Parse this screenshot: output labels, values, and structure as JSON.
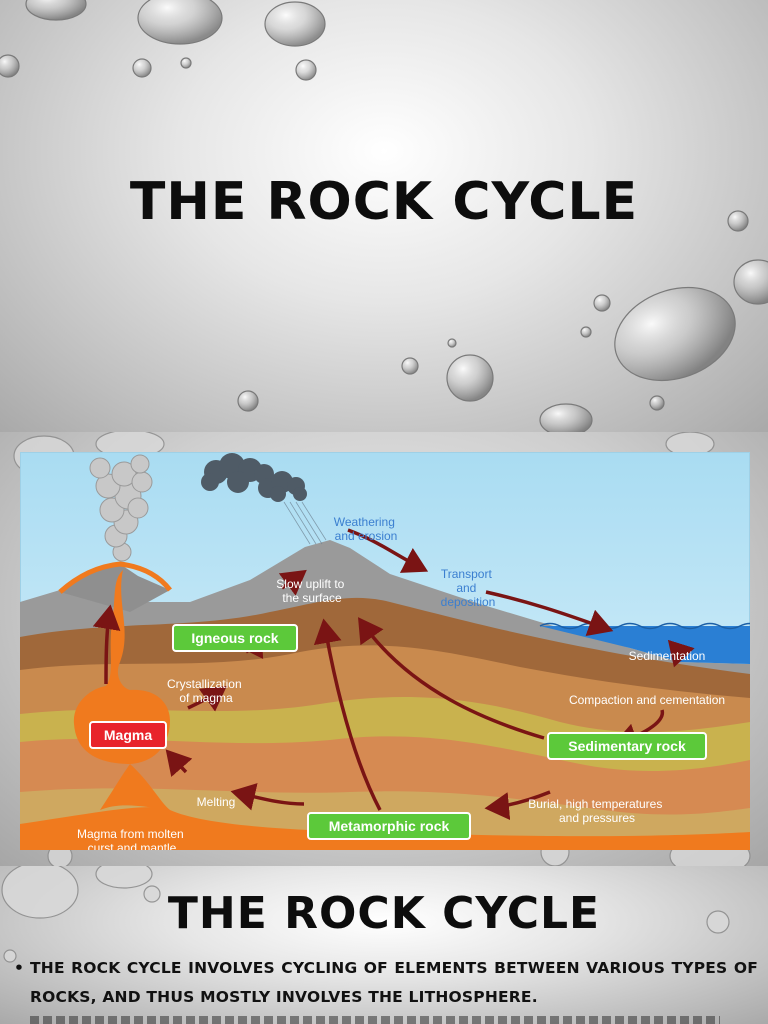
{
  "slide1": {
    "title": "THE ROCK CYCLE"
  },
  "diagram": {
    "rock_boxes": {
      "magma": "Magma",
      "igneous": "Igneous rock",
      "sedimentary": "Sedimentary rock",
      "metamorphic": "Metamorphic rock"
    },
    "processes": {
      "weathering": [
        "Weathering",
        "and erosion"
      ],
      "transport": [
        "Transport",
        "and",
        "deposition"
      ],
      "sedimentation": "Sedimentation",
      "compaction": "Compaction and cementation",
      "burial": [
        "Burial, high temperatures",
        "and pressures"
      ],
      "melting": "Melting",
      "crystallization": [
        "Crystallization",
        "of magma"
      ],
      "uplift": [
        "Slow uplift to",
        "the surface"
      ],
      "magma_source": [
        "Magma from molten",
        "curst and mantle"
      ]
    },
    "colors": {
      "magma_box": "#e8242b",
      "rock_box": "#5cc93a",
      "process_text_blue": "#3b7fd0",
      "arrow": "#7a1414",
      "lava": "#f07a1e"
    }
  },
  "slide3": {
    "title": "THE ROCK CYCLE",
    "bullets": [
      "The rock cycle involves cycling of elements between various types of rocks, and thus mostly involves the lithosphere."
    ]
  }
}
